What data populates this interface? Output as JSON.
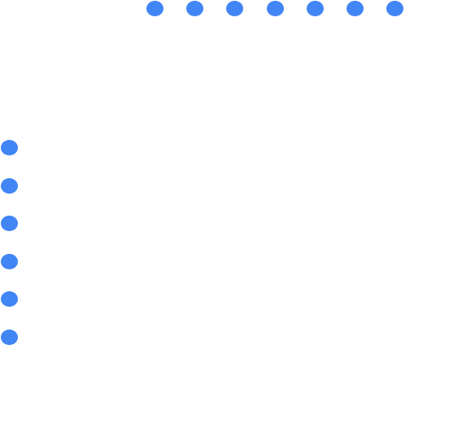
{
  "colors": {
    "background": "#ffffff",
    "dot": "#4285f4"
  },
  "horizontal_dots": {
    "count": 7,
    "icon": "blue-circle-dot"
  },
  "vertical_dots": {
    "count": 6,
    "icon": "blue-circle-dot"
  }
}
